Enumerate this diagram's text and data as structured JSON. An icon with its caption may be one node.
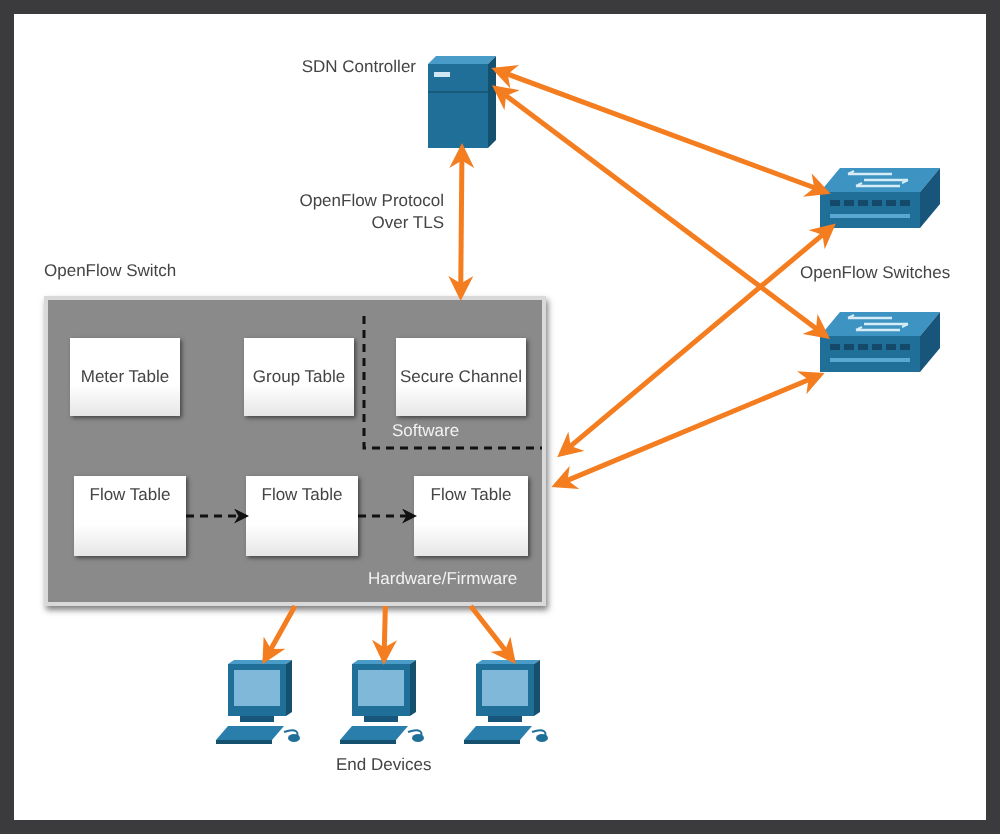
{
  "diagram": {
    "nodes": [
      {
        "text": [
          "SDN Controller"
        ]
      },
      {
        "text": [],
        "shape": "picture"
      },
      {
        "text": [
          "OpenFlow Switch"
        ]
      },
      {
        "text": [
          "Meter Table"
        ],
        "in": 2
      },
      {
        "text": [
          "Group Table"
        ],
        "in": 2
      },
      {
        "text": [
          "Secure Channel"
        ],
        "in": 2
      },
      {
        "text": [
          "Flow Table"
        ],
        "in": 2
      },
      {
        "text": [
          "Flow Table"
        ],
        "in": 2
      },
      {
        "text": [
          "Flow Table"
        ],
        "in": 2
      },
      {
        "text": [],
        "shape": "picture"
      },
      {
        "text": [],
        "shape": "picture"
      },
      {
        "text": [],
        "shape": "picture"
      },
      {
        "text": [],
        "shape": "picture"
      }
    ],
    "edges": [
      {
        "from": 0,
        "to": 2,
        "arrow": "both",
        "label": "OpenFlow Protocol Over TLS"
      },
      {
        "from": 0,
        "to": 1,
        "arrow": "both"
      },
      {
        "from": 0,
        "to": 9,
        "arrow": "both"
      },
      {
        "from": 1,
        "to": 2,
        "arrow": "both"
      },
      {
        "from": 9,
        "to": 2,
        "arrow": "both"
      },
      {
        "from": 6,
        "to": 7,
        "arrow": "to",
        "style": "dashed",
        "color": "#111111"
      },
      {
        "from": 7,
        "to": 8,
        "arrow": "to",
        "style": "dashed",
        "color": "#111111"
      },
      {
        "from": 2,
        "to": 10,
        "arrow": "to"
      },
      {
        "from": 2,
        "to": 11,
        "arrow": "to"
      },
      {
        "from": 2,
        "to": 12,
        "arrow": "to"
      }
    ],
    "labels": [
      "Software",
      "Hardware/Firmware",
      "OpenFlow Switches",
      "End Devices"
    ]
  }
}
